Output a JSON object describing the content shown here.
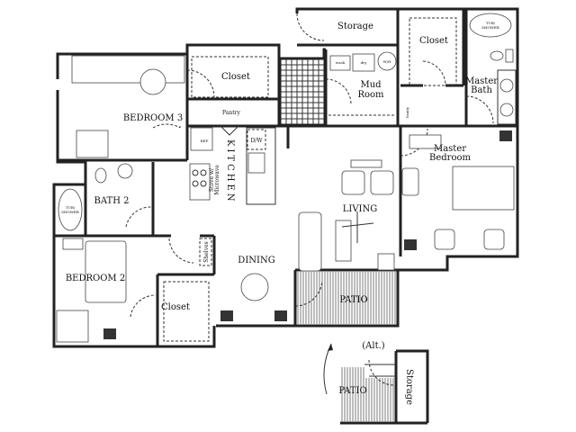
{
  "rooms": {
    "storage_top": "Storage",
    "closet_master": "Closet",
    "closet_bed3": "Closet",
    "mud_room_1": "Mud",
    "mud_room_2": "Room",
    "master_bath_1": "Master",
    "master_bath_2": "Bath",
    "pantry": "Pantry",
    "kitchen": "KITCHEN",
    "master_bedroom_1": "Master",
    "master_bedroom_2": "Bedroom",
    "bedroom3": "BEDROOM 3",
    "bath2": "BATH 2",
    "living": "LIVING",
    "dining": "DINING",
    "bedroom2": "BEDROOM 2",
    "closet_bed2": "Closet",
    "patio": "PATIO",
    "alt": "(Alt.)",
    "patio_alt": "PATIO",
    "storage_alt": "Storage"
  },
  "fixtures": {
    "ref": "REF",
    "dw": "D/W",
    "stove_1": "Stove w/",
    "stove_2": "Microwave",
    "vanity": "Vanity",
    "wash": "wash",
    "dry": "dry",
    "wh": "W/H",
    "tub_master_1": "TUB/",
    "tub_master_2": "SHOWER",
    "tub_bath2_1": "TUB/",
    "tub_bath2_2": "SHOWER",
    "shelves": "Shelves"
  }
}
